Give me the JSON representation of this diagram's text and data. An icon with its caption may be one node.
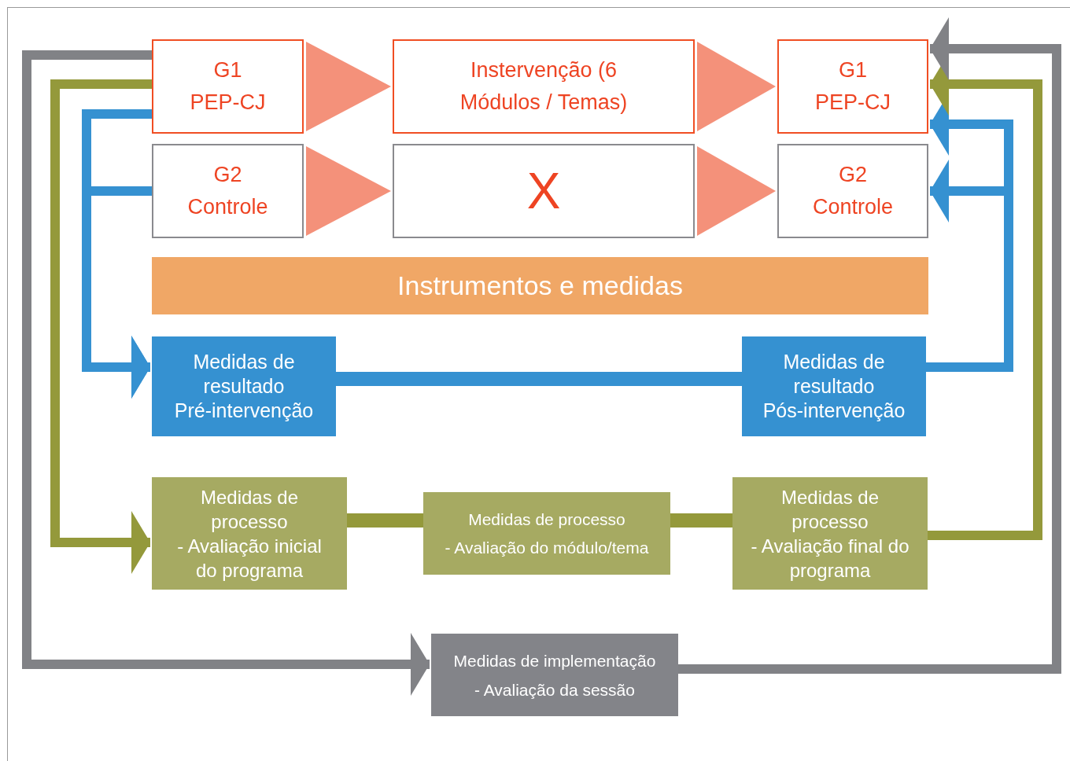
{
  "diagram": {
    "nodes": [
      {
        "text": [
          "G1",
          "PEP-CJ"
        ]
      },
      {
        "text": [
          "Instervenção (6 Módulos / Temas)"
        ]
      },
      {
        "text": [
          "G1",
          "PEP-CJ"
        ]
      },
      {
        "text": [
          "G2",
          "Controle"
        ]
      },
      {
        "text": [
          "X"
        ]
      },
      {
        "text": [
          "G2",
          "Controle"
        ]
      },
      {
        "text": [
          "Instrumentos e medidas"
        ]
      },
      {
        "text": [
          "Medidas de resultado",
          "Pré-intervenção"
        ]
      },
      {
        "text": [
          "Medidas de resultado",
          "Pós-intervenção"
        ]
      },
      {
        "text": [
          "Medidas de processo",
          "- Avaliação inicial do programa"
        ]
      },
      {
        "text": [
          "Medidas de processo",
          "- Avaliação do módulo/tema"
        ]
      },
      {
        "text": [
          "Medidas de processo",
          "- Avaliação final do programa"
        ]
      },
      {
        "text": [
          "Medidas de implementação",
          "- Avaliação da sessão"
        ]
      }
    ],
    "edges": [
      {
        "from": 0,
        "to": 1,
        "arrow": "to",
        "color": "#f4917a"
      },
      {
        "from": 1,
        "to": 2,
        "arrow": "to",
        "color": "#f4917a"
      },
      {
        "from": 3,
        "to": 4,
        "arrow": "to",
        "color": "#f4917a"
      },
      {
        "from": 4,
        "to": 5,
        "arrow": "to",
        "color": "#f4917a"
      },
      {
        "from": 0,
        "to": 7,
        "arrow": "to",
        "color": "#3591d1"
      },
      {
        "from": 3,
        "to": 7,
        "arrow": "to",
        "color": "#3591d1"
      },
      {
        "from": 7,
        "to": 8,
        "arrow": "none",
        "color": "#3591d1"
      },
      {
        "from": 8,
        "to": 2,
        "arrow": "to",
        "color": "#3591d1"
      },
      {
        "from": 8,
        "to": 5,
        "arrow": "to",
        "color": "#3591d1"
      },
      {
        "from": 0,
        "to": 9,
        "arrow": "to",
        "color": "#94993b"
      },
      {
        "from": 9,
        "to": 10,
        "arrow": "none",
        "color": "#94993b"
      },
      {
        "from": 10,
        "to": 11,
        "arrow": "none",
        "color": "#94993b"
      },
      {
        "from": 11,
        "to": 2,
        "arrow": "to",
        "color": "#94993b"
      },
      {
        "from": 0,
        "to": 12,
        "arrow": "to",
        "color": "#818286"
      },
      {
        "from": 12,
        "to": 2,
        "arrow": "to",
        "color": "#818286"
      }
    ]
  }
}
